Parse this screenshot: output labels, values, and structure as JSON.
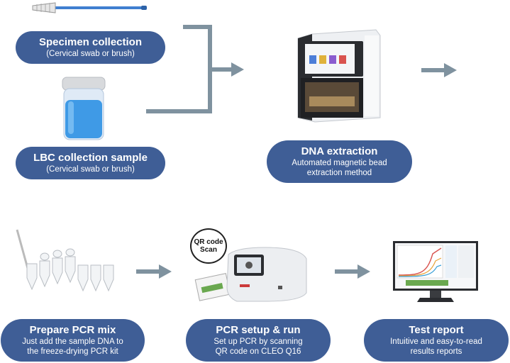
{
  "steps": {
    "specimen": {
      "title": "Specimen collection",
      "subtitle": "(Cervical swab or brush)"
    },
    "lbc": {
      "title": "LBC collection sample",
      "subtitle": "(Cervical swab or brush)"
    },
    "dna": {
      "title": "DNA extraction",
      "line1": "Automated magnetic bead",
      "line2": "extraction method"
    },
    "pcr_mix": {
      "title": "Prepare PCR mix",
      "line1": "Just add the sample DNA to",
      "line2": "the freeze-drying PCR kit"
    },
    "pcr_setup": {
      "title": "PCR setup & run",
      "line1": "Set up PCR by scanning",
      "line2": "QR code on CLEO Q16"
    },
    "report": {
      "title": "Test report",
      "line1": "Intuitive and easy-to-read",
      "line2": "results reports"
    }
  },
  "qr_bubble": {
    "line1": "QR code",
    "line2": "Scan"
  },
  "colors": {
    "pill": "#3f5e96",
    "arrow": "#7f929f"
  },
  "icons": [
    "swab-icon",
    "sample-jar-icon",
    "extraction-instrument-icon",
    "pcr-tubes-icon",
    "pcr-instrument-icon",
    "monitor-icon"
  ]
}
